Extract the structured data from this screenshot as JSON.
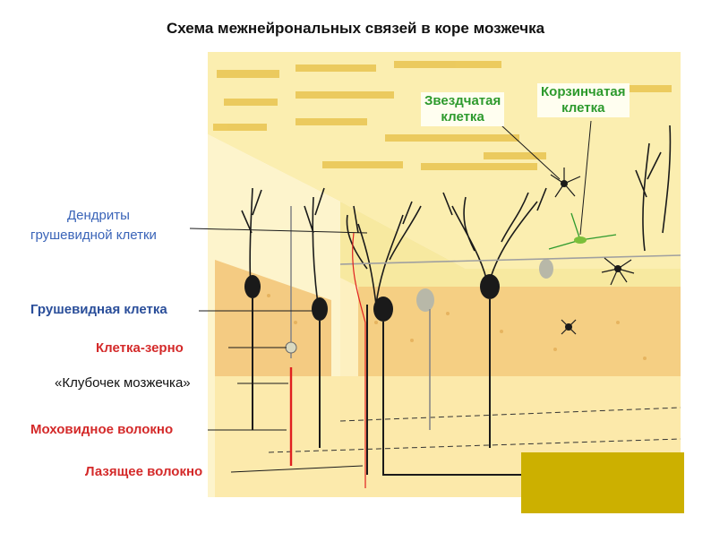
{
  "title": "Схема межнейрональных связей в коре мозжечка",
  "labels": {
    "dendrites_line1": "Дендриты",
    "dendrites_line2": "грушевидной клетки",
    "purkinje": "Грушевидная клетка",
    "granule": "Клетка-зерно",
    "glomerulus": "«Клубочек мозжечка»",
    "mossy": "Моховидное волокно",
    "climbing": "Лазящее волокно",
    "stellate_line1": "Звездчатая",
    "stellate_line2": "клетка",
    "basket_line1": "Корзинчатая",
    "basket_line2": "клетка"
  },
  "colors": {
    "cortex_light": "#fbeeb0",
    "molecular_layer": "#f6e79a",
    "granular_layer": "#f2c56e",
    "white_matter": "#fbe8a8",
    "olive_box": "#ccb000",
    "mossy_fiber": "#e02020",
    "neuron": "#1a1a1a"
  }
}
